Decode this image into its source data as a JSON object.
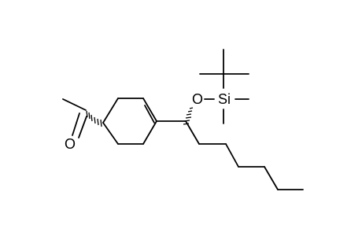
{
  "structure": {
    "atom_labels": {
      "ketone_oxygen": "O",
      "ether_oxygen": "O",
      "silicon": "Si"
    },
    "colors": {
      "bond": "#000000",
      "label": "#000000",
      "background": "#ffffff"
    }
  }
}
